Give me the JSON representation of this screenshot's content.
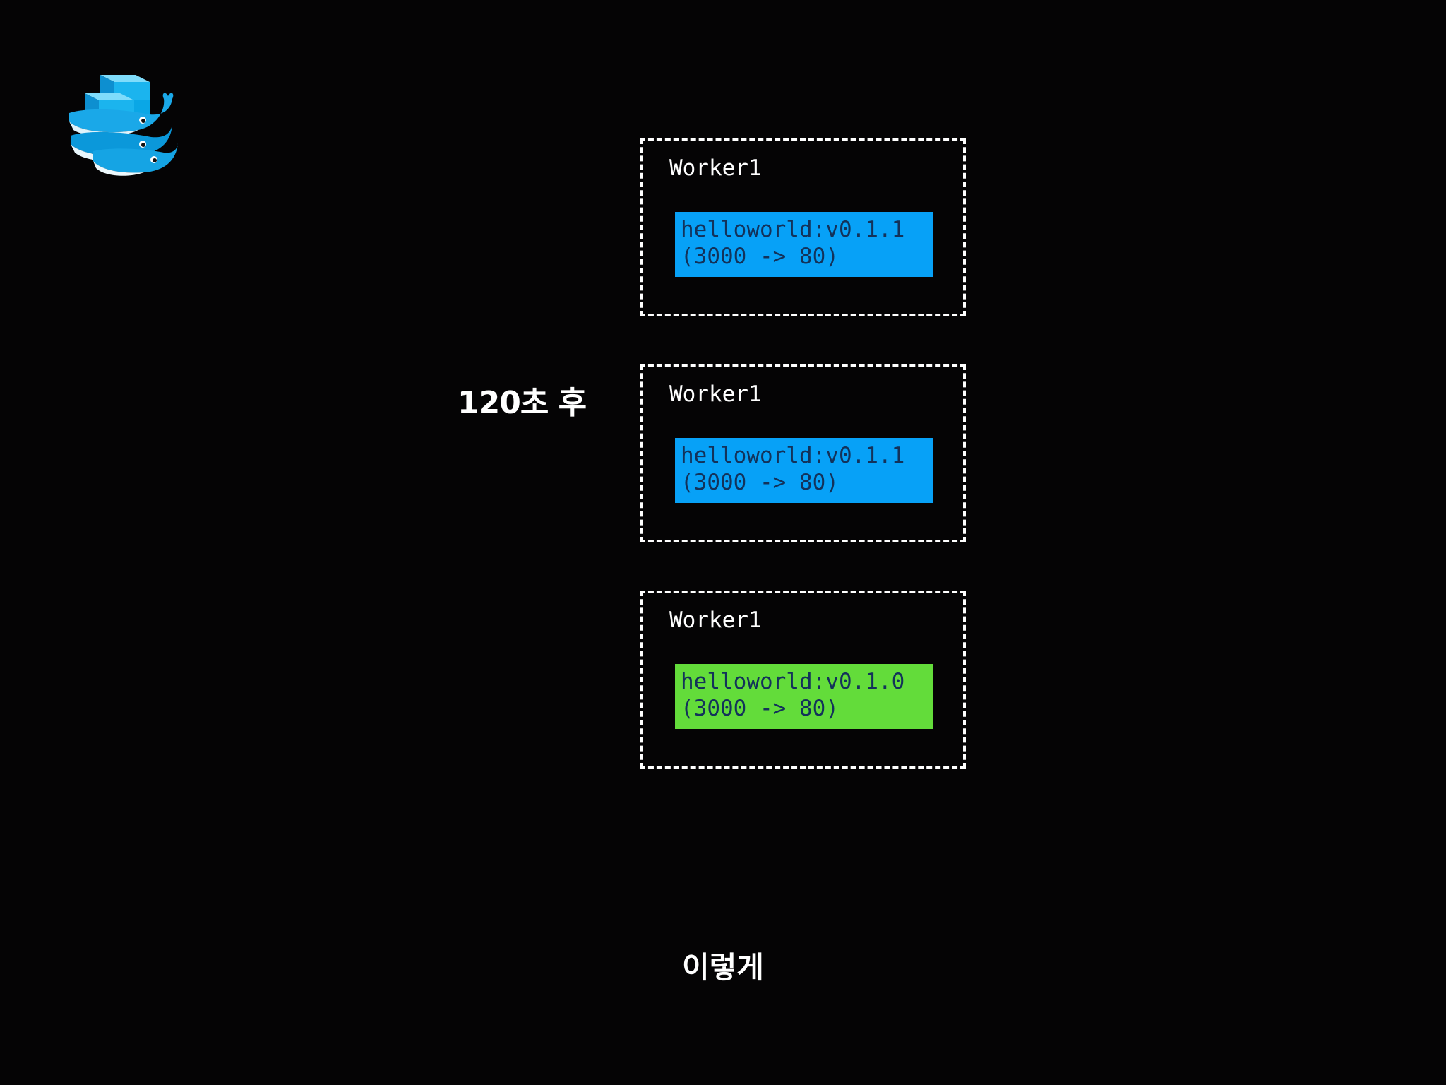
{
  "logo": {
    "icon": "docker-whales-stacked-icon",
    "colors": {
      "primary": "#0aa7e6",
      "light": "#37c1f2",
      "belly": "#e8f6fc"
    }
  },
  "time_label": "120초 후",
  "footer_label": "이렇게",
  "workers": [
    {
      "title": "Worker1",
      "container": {
        "image": "helloworld:v0.1.1",
        "ports": "(3000 -> 80)",
        "color": "#07a1f7"
      }
    },
    {
      "title": "Worker1",
      "container": {
        "image": "helloworld:v0.1.1",
        "ports": "(3000 -> 80)",
        "color": "#07a1f7"
      }
    },
    {
      "title": "Worker1",
      "container": {
        "image": "helloworld:v0.1.0",
        "ports": "(3000 -> 80)",
        "color": "#63dc3a"
      }
    }
  ],
  "colors": {
    "background": "#050405",
    "foreground": "#ffffff",
    "container_text": "#13325a"
  }
}
